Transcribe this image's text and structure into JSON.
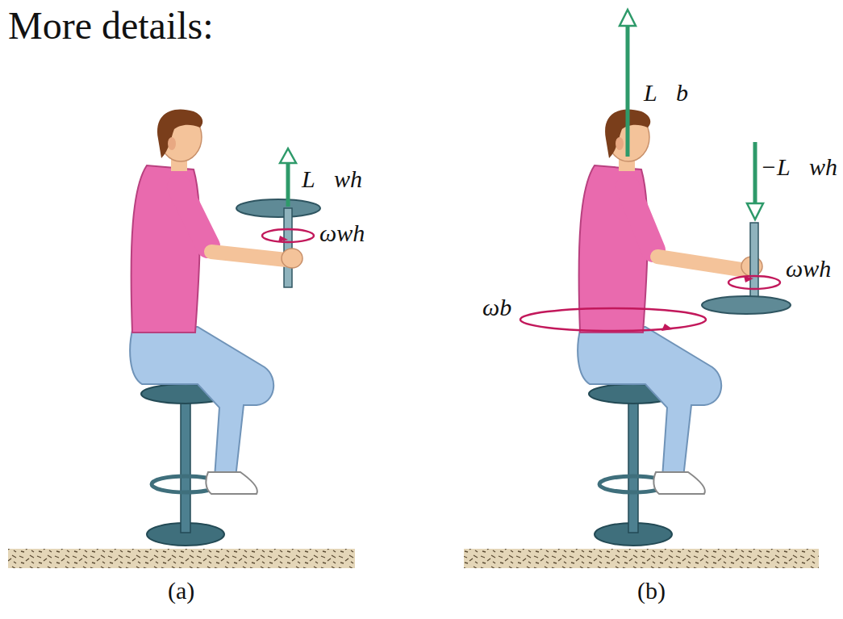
{
  "diagram": {
    "title": "More details:",
    "labels": [
      "L⃗wh",
      "ωwh",
      "L⃗b",
      "−L⃗wh",
      "ωwh",
      "ωb",
      "(a)",
      "(b)"
    ]
  }
}
